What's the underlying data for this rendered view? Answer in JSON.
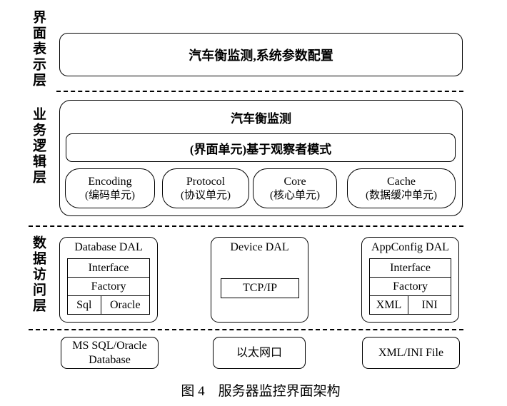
{
  "figure": {
    "caption": "图 4　服务器监控界面架构"
  },
  "layers": {
    "presentation": {
      "label": "界面表示层",
      "main_box": "汽车衡监测,系统参数配置"
    },
    "business": {
      "label": "业务逻辑层",
      "container_title": "汽车衡监测",
      "observer_box": "(界面单元)基于观察者模式",
      "units": [
        {
          "name": "Encoding",
          "desc": "(编码单元)"
        },
        {
          "name": "Protocol",
          "desc": "(协议单元)"
        },
        {
          "name": "Core",
          "desc": "(核心单元)"
        },
        {
          "name": "Cache",
          "desc": "(数据缓冲单元)"
        }
      ]
    },
    "data_access": {
      "label": "数据访问层",
      "modules": [
        {
          "title": "Database DAL",
          "row1": "Interface",
          "row2": "Factory",
          "cell1": "Sql",
          "cell2": "Oracle"
        },
        {
          "title": "Device DAL",
          "center_box": "TCP/IP"
        },
        {
          "title": "AppConfig DAL",
          "row1": "Interface",
          "row2": "Factory",
          "cell1": "XML",
          "cell2": "INI"
        }
      ]
    },
    "resources": {
      "items": [
        {
          "label": "MS SQL/Oracle Database"
        },
        {
          "label": "以太网口"
        },
        {
          "label": "XML/INI File"
        }
      ]
    }
  }
}
